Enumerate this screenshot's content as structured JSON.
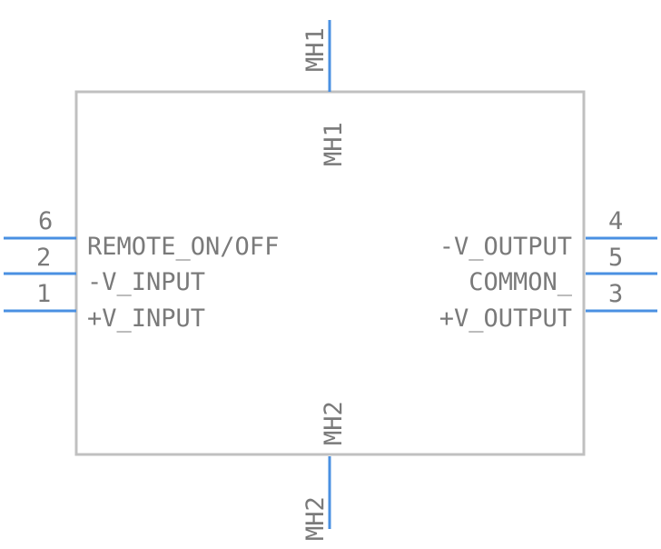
{
  "colors": {
    "body_outline": "#c0c0c0",
    "pin": "#4a90e2",
    "text": "#7a7a7a",
    "background": "#ffffff"
  },
  "top_pin": {
    "outer_label": "MH1",
    "inner_label": "MH1"
  },
  "bottom_pin": {
    "outer_label": "MH2",
    "inner_label": "MH2"
  },
  "left_pins": [
    {
      "number": "6",
      "name": "REMOTE_ON/OFF"
    },
    {
      "number": "2",
      "name": "-V_INPUT"
    },
    {
      "number": "1",
      "name": "+V_INPUT"
    }
  ],
  "right_pins": [
    {
      "number": "4",
      "name": "-V_OUTPUT"
    },
    {
      "number": "5",
      "name": "COMMON_"
    },
    {
      "number": "3",
      "name": "+V_OUTPUT"
    }
  ]
}
